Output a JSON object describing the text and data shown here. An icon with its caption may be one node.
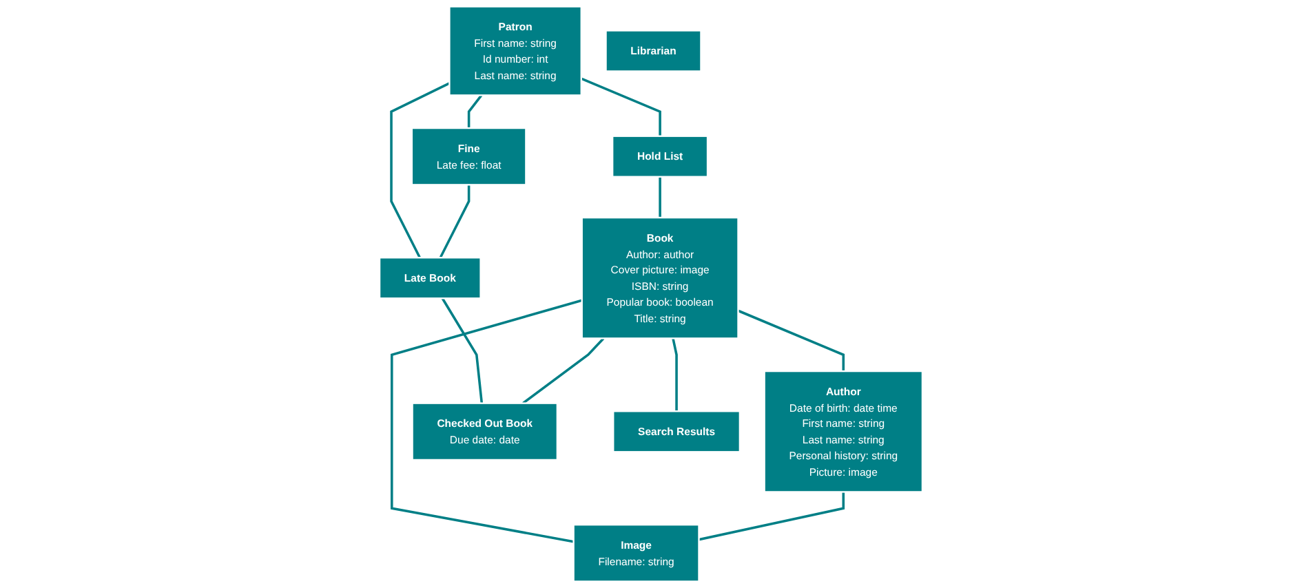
{
  "diagram": {
    "nodes": [
      {
        "text": [
          "Patron",
          "First name: string",
          "Id number: int",
          "Last name: string"
        ]
      },
      {
        "text": [
          "Hold List"
        ]
      },
      {
        "text": [
          "Fine",
          "Late fee: float"
        ]
      },
      {
        "text": [
          "Late Book"
        ]
      },
      {
        "text": [
          "Book",
          "Author: author",
          "Cover picture: image",
          "ISBN: string",
          "Popular book: boolean",
          "Title: string"
        ]
      },
      {
        "text": [
          "Author",
          "Date of birth: date time",
          "First name: string",
          "Last name: string",
          "Personal history: string",
          "Picture: image"
        ]
      },
      {
        "text": [
          "Librarian"
        ]
      },
      {
        "text": [
          "Checked Out Book",
          "Due date: date"
        ]
      },
      {
        "text": [
          "Search Results"
        ]
      },
      {
        "text": [
          "Image",
          "Filename: string"
        ]
      }
    ],
    "edges": [
      {
        "from": 0,
        "to": 1,
        "arrow": "none"
      },
      {
        "from": 0,
        "to": 2,
        "arrow": "none"
      },
      {
        "from": 0,
        "to": 3,
        "arrow": "none"
      },
      {
        "from": 1,
        "to": 4,
        "arrow": "none"
      },
      {
        "from": 2,
        "to": 3,
        "arrow": "none"
      },
      {
        "from": 3,
        "to": 7,
        "arrow": "none"
      },
      {
        "from": 4,
        "to": 5,
        "arrow": "none"
      },
      {
        "from": 4,
        "to": 7,
        "arrow": "none"
      },
      {
        "from": 4,
        "to": 8,
        "arrow": "none"
      },
      {
        "from": 4,
        "to": 9,
        "arrow": "none"
      },
      {
        "from": 5,
        "to": 9,
        "arrow": "none"
      }
    ]
  }
}
